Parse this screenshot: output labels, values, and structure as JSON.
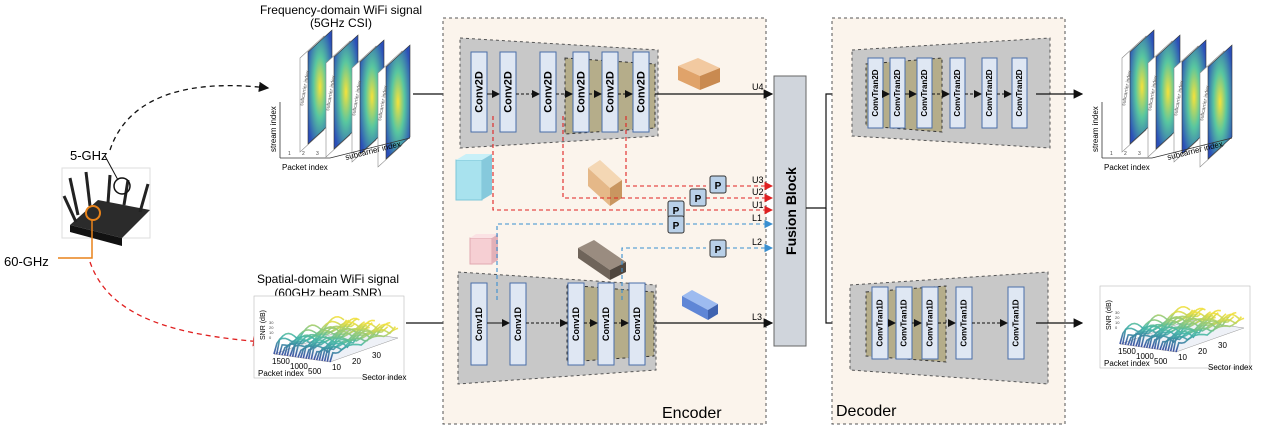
{
  "inputs": {
    "csi_title_line1": "Frequency-domain  WiFi signal",
    "csi_title_line2": "(5GHz CSI)",
    "snr_title_line1": "Spatial-domain WiFi signal",
    "snr_title_line2": "(60GHz beam SNR)"
  },
  "router": {
    "label_5ghz": "5-GHz",
    "label_60ghz": "60-GHz"
  },
  "csi_plot": {
    "y_axis": "stream index",
    "x_axis": "Packet index",
    "z_axis": "subcarrier index",
    "panel_label": "subcarrier index",
    "ticks": [
      "1",
      "2",
      "3"
    ]
  },
  "snr_plot": {
    "z_axis": "SNR (dB)",
    "x_axis": "Packet index",
    "y_axis": "Sector index",
    "packet_ticks": [
      "1500",
      "1000",
      "500"
    ],
    "sector_ticks": [
      "10",
      "20",
      "30"
    ],
    "z_ticks": [
      "30",
      "20",
      "10",
      "0"
    ]
  },
  "encoder": {
    "title": "Encoder",
    "upper_layers": [
      "Conv2D",
      "Conv2D",
      "Conv2D",
      "Conv2D",
      "Conv2D",
      "Conv2D"
    ],
    "lower_layers": [
      "Conv1D",
      "Conv1D",
      "Conv1D",
      "Conv1D",
      "Conv1D"
    ],
    "pool_label": "P",
    "outputs": [
      "U4",
      "U3",
      "U2",
      "U1",
      "L1",
      "L2",
      "L3"
    ]
  },
  "fusion": {
    "title": "Fusion Block"
  },
  "decoder": {
    "title": "Decoder",
    "upper_layers": [
      "ConvTran2D",
      "ConvTran2D",
      "ConvTran2D",
      "ConvTran2D",
      "ConvTran2D",
      "ConvTran2D"
    ],
    "lower_layers": [
      "ConvTran1D",
      "ConvTran1D",
      "ConvTran1D",
      "ConvTran1D",
      "ConvTran1D"
    ]
  },
  "colors": {
    "red_arrow": "#e02020",
    "blue_arrow": "#3a8fd0",
    "panel_bg": "#fbf4ec",
    "trapezoid": "#c8c8c8",
    "inner_box": "#b5ad8a",
    "layer_box": "#dfe7f3",
    "layer_stroke": "#4a6ea8"
  }
}
